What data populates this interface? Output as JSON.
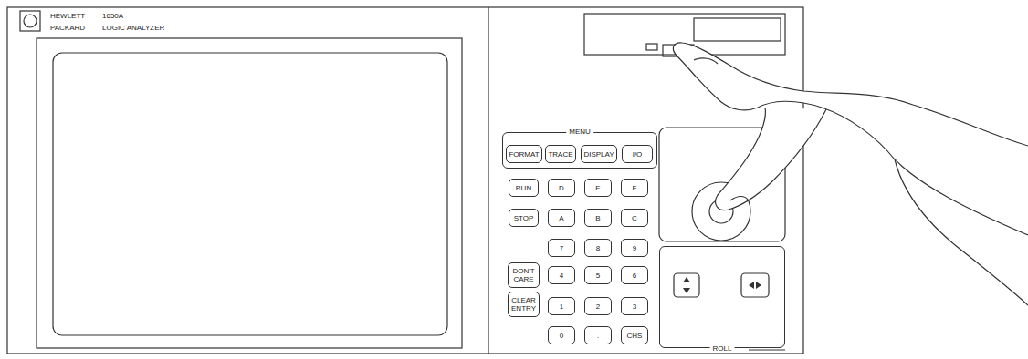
{
  "diagram": {
    "nodes": [
      {
        "text": [
          "MENU"
        ]
      },
      {
        "text": [
          "FORMAT"
        ],
        "in": 0
      },
      {
        "text": [
          "TRACE"
        ],
        "in": 0
      },
      {
        "text": [
          "DISPLAY"
        ],
        "in": 0
      },
      {
        "text": [
          "I/O"
        ],
        "in": 0
      },
      {
        "text": [
          "RUN"
        ]
      },
      {
        "text": [
          "D"
        ]
      },
      {
        "text": [
          "E"
        ]
      },
      {
        "text": [
          "F"
        ]
      },
      {
        "text": [
          "STOP"
        ]
      },
      {
        "text": [
          "A"
        ]
      },
      {
        "text": [
          "B"
        ]
      },
      {
        "text": [
          "C"
        ]
      },
      {
        "text": [
          "7"
        ]
      },
      {
        "text": [
          "8"
        ]
      },
      {
        "text": [
          "9"
        ]
      },
      {
        "text": [
          "DON'T CARE"
        ]
      },
      {
        "text": [
          "4"
        ]
      },
      {
        "text": [
          "5"
        ]
      },
      {
        "text": [
          "6"
        ]
      },
      {
        "text": [
          "CLEAR ENTRY"
        ]
      },
      {
        "text": [
          "1"
        ]
      },
      {
        "text": [
          "2"
        ]
      },
      {
        "text": [
          "3"
        ]
      },
      {
        "text": [
          "0"
        ]
      },
      {
        "text": [
          "."
        ]
      },
      {
        "text": [
          "CHS"
        ]
      },
      {
        "text": [
          "ROLL"
        ]
      }
    ],
    "labels": [
      "HEWLETT",
      "PACKARD",
      "1650A",
      "LOGIC ANALYZER"
    ]
  }
}
